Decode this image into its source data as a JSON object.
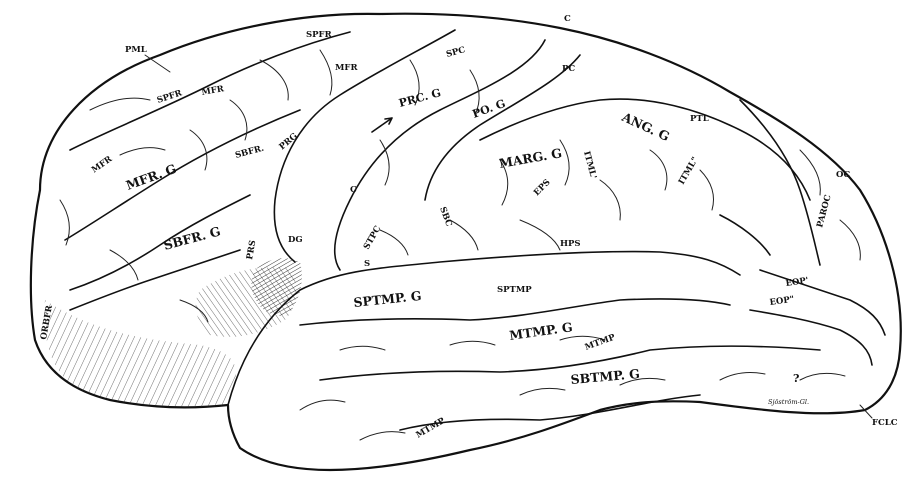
{
  "labels": {
    "pml": "PML",
    "spfr_top": "SPFR",
    "spfr_left": "SPFR",
    "mfr_top1": "MFR",
    "mfr_top2": "MFR",
    "mfr_left": "MFR",
    "mfr_g": "MFR. G",
    "sbfr": "SBFR.",
    "sbfr_g": "SBFR. G",
    "prg": "PRG",
    "prc_g": "PRC. G",
    "spc": "SPC",
    "c_top": "C",
    "pc": "PC",
    "po_g": "PO. G",
    "c_mid": "C",
    "sbc": "SBC",
    "marg_g": "MARG. G",
    "itml1": "ITML'",
    "ang_g": "ANG. G",
    "ptl": "PTL",
    "itml2": "ITML\"",
    "eps": "EPS",
    "oc": "OC",
    "paroc": "PAROC",
    "prs": "PRS",
    "dg": "DG",
    "s": "S",
    "stpc": "STPC",
    "hps": "HPS",
    "sptmp_g": "SPTMP. G",
    "sptmp": "SPTMP",
    "orbfr": "ORBFR",
    "eop1": "EOP'",
    "eop2": "EOP\"",
    "mtmp_g": "MTMP. G",
    "mtmp_small": "MTMP",
    "sbtmp_g": "SBTMP. G",
    "mtmp_low": "MTMP",
    "question": "?",
    "fclc": "FCLC",
    "signature": "Sjöström-Gl."
  }
}
